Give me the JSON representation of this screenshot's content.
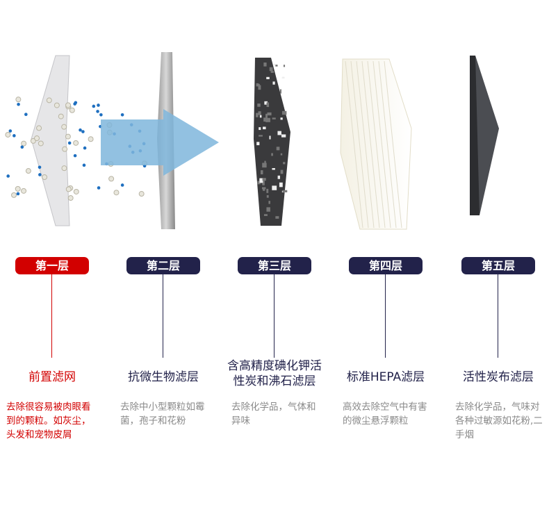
{
  "layers": [
    {
      "badge": "第一层",
      "title": "前置滤网",
      "desc": "去除很容易被肉眼看到的颗粒。如灰尘，头发和宠物皮屑"
    },
    {
      "badge": "第二层",
      "title": "抗微生物滤层",
      "desc": "去除中小型颗粒如霉菌，孢子和花粉"
    },
    {
      "badge": "第三层",
      "title": "含高精度碘化钾活性炭和沸石滤层",
      "desc": "去除化学品，气体和异味"
    },
    {
      "badge": "第四层",
      "title": "标准HEPA滤层",
      "desc": "高效去除空气中有害的微尘悬浮颗粒"
    },
    {
      "badge": "第五层",
      "title": "活性炭布滤层",
      "desc": "去除化学品，气味对各种过敏源如花粉,二手烟"
    }
  ],
  "colors": {
    "highlight": "#d20000",
    "navy": "#22224a",
    "desc": "#8a8a8a",
    "arrow": "#7fb6dc"
  }
}
